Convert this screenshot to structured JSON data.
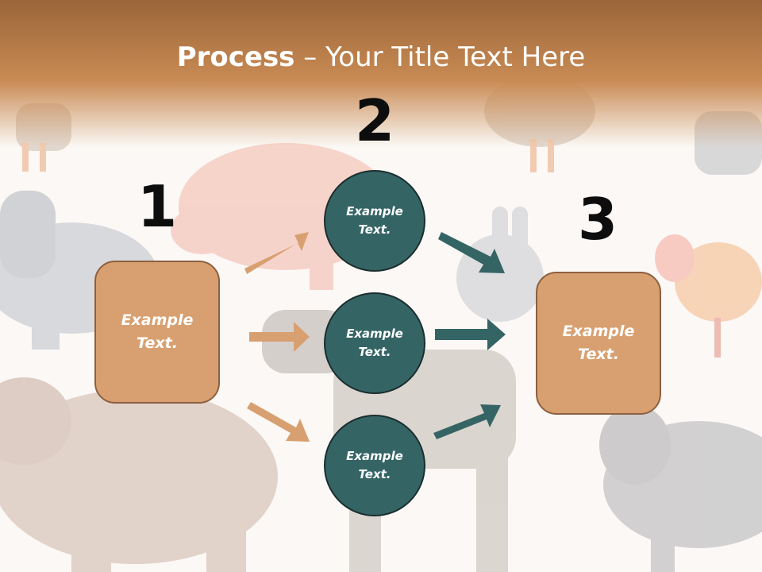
{
  "title": {
    "bold": "Process",
    "rest": " – Your Title Text Here"
  },
  "steps": [
    {
      "number": "1",
      "label": "Example\nText."
    },
    {
      "number": "2",
      "label": "Example\nText."
    },
    {
      "number": "3",
      "label": "Example\nText."
    }
  ],
  "middle_nodes": [
    {
      "label": "Example\nText."
    },
    {
      "label": "Example\nText."
    },
    {
      "label": "Example\nText."
    }
  ],
  "colors": {
    "header": "#c78a55",
    "box_fill": "#d8a070",
    "box_border": "#8c6040",
    "circle_fill": "#356465",
    "arrow_left": "#d8a070",
    "arrow_right": "#356465"
  }
}
